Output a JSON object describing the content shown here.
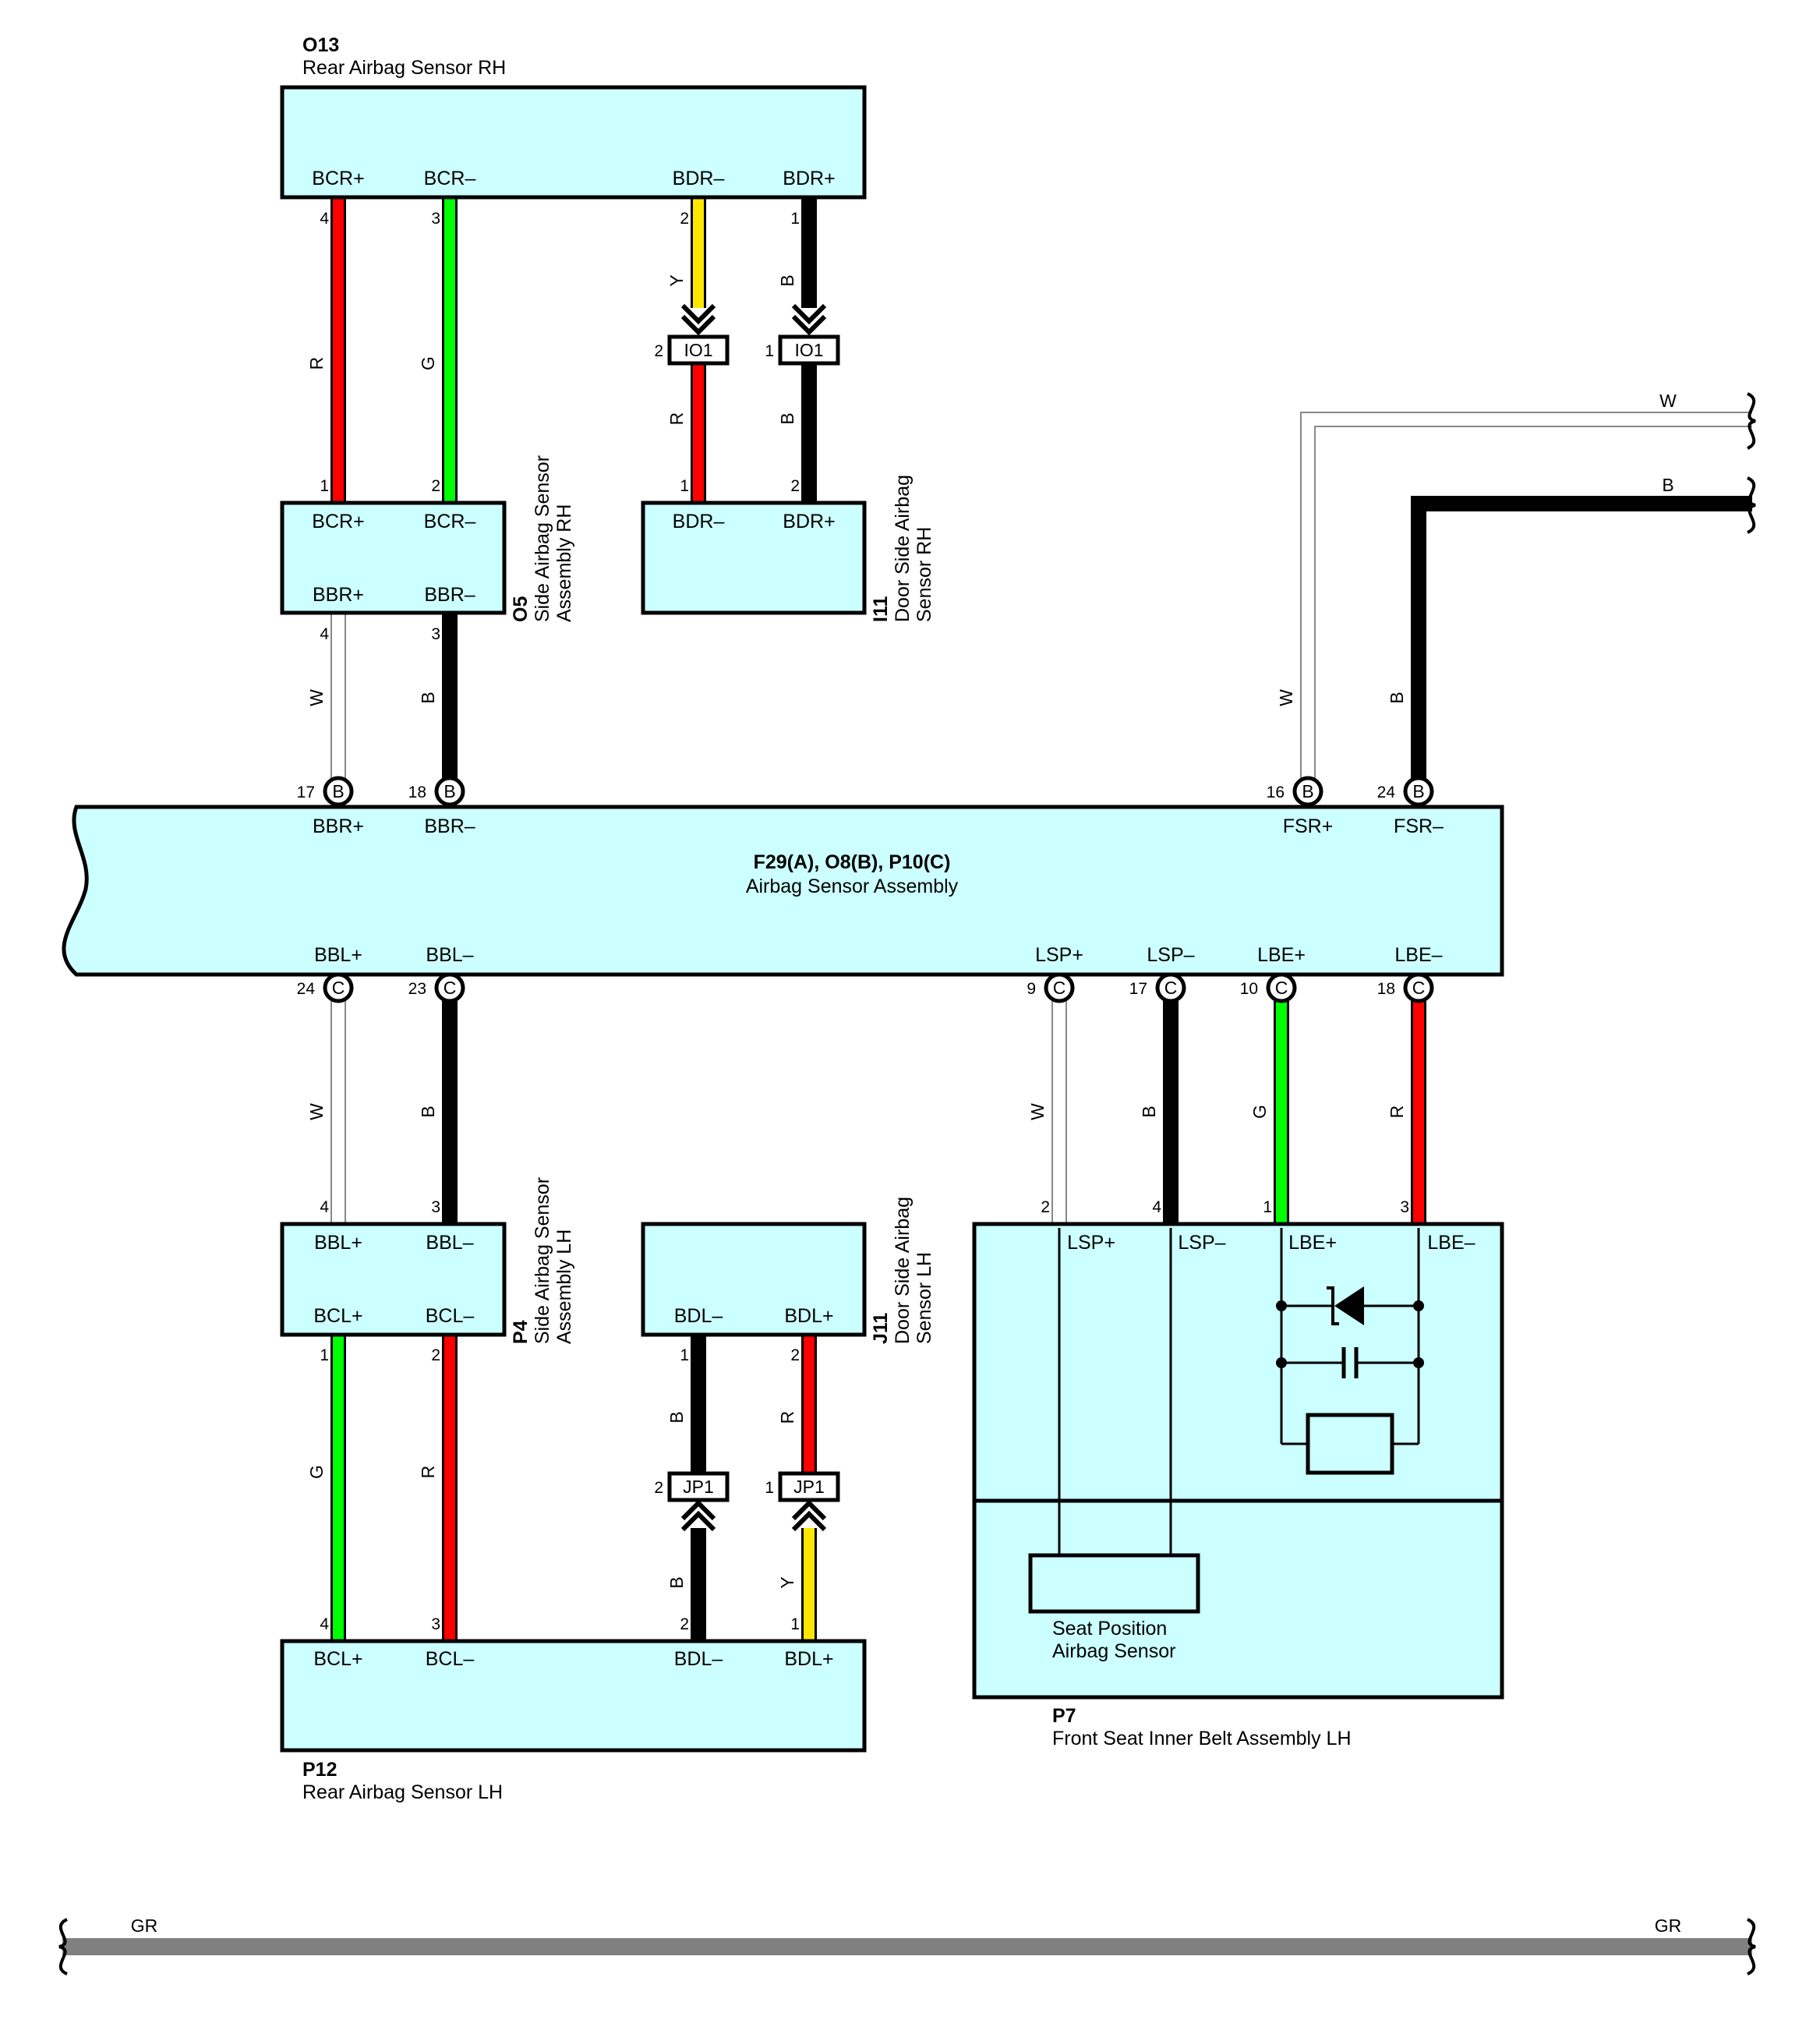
{
  "connectors": {
    "o13": {
      "code": "O13",
      "name": "Rear Airbag Sensor RH",
      "pins": [
        "BCR+",
        "BCR–",
        "BDR–",
        "BDR+"
      ]
    },
    "o5": {
      "code": "O5",
      "name_line1": "Side Airbag Sensor",
      "name_line2": "Assembly RH",
      "pins_top": [
        "BCR+",
        "BCR–"
      ],
      "pins_bottom": [
        "BBR+",
        "BBR–"
      ]
    },
    "i11": {
      "code": "I11",
      "name_line1": "Door Side Airbag",
      "name_line2": "Sensor RH",
      "pins": [
        "BDR–",
        "BDR+"
      ]
    },
    "airbag_assy": {
      "code": "F29(A), O8(B), P10(C)",
      "name": "Airbag Sensor Assembly",
      "pins_top": [
        "BBR+",
        "BBR–",
        "FSR+",
        "FSR–"
      ],
      "pins_bottom": [
        "BBL+",
        "BBL–",
        "LSP+",
        "LSP–",
        "LBE+",
        "LBE–"
      ]
    },
    "p4": {
      "code": "P4",
      "name_line1": "Side Airbag Sensor",
      "name_line2": "Assembly LH",
      "pins_top": [
        "BBL+",
        "BBL–"
      ],
      "pins_bottom": [
        "BCL+",
        "BCL–"
      ]
    },
    "j11": {
      "code": "J11",
      "name_line1": "Door Side Airbag",
      "name_line2": "Sensor LH",
      "pins": [
        "BDL–",
        "BDL+"
      ]
    },
    "p12": {
      "code": "P12",
      "name": "Rear Airbag Sensor LH",
      "pins": [
        "BCL+",
        "BCL–",
        "BDL–",
        "BDL+"
      ]
    },
    "p7": {
      "code": "P7",
      "name": "Front Seat Inner Belt Assembly LH",
      "pins": [
        "LSP+",
        "LSP–",
        "LBE+",
        "LBE–"
      ],
      "seat_sensor_line1": "Seat Position",
      "seat_sensor_line2": "Airbag Sensor"
    }
  },
  "junctions": {
    "io1": "IO1",
    "jp1": "JP1"
  },
  "assembly_terminals": {
    "bbr_plus": {
      "pin": "17",
      "letter": "B"
    },
    "bbr_minus": {
      "pin": "18",
      "letter": "B"
    },
    "fsr_plus": {
      "pin": "16",
      "letter": "B"
    },
    "fsr_minus": {
      "pin": "24",
      "letter": "B"
    },
    "bbl_plus": {
      "pin": "24",
      "letter": "C"
    },
    "bbl_minus": {
      "pin": "23",
      "letter": "C"
    },
    "lsp_plus": {
      "pin": "9",
      "letter": "C"
    },
    "lsp_minus": {
      "pin": "17",
      "letter": "C"
    },
    "lbe_plus": {
      "pin": "10",
      "letter": "C"
    },
    "lbe_minus": {
      "pin": "18",
      "letter": "C"
    }
  },
  "pin_numbers": {
    "o13": [
      "4",
      "3",
      "2",
      "1"
    ],
    "io1_in": [
      "2",
      "1"
    ],
    "o5_top": [
      "1",
      "2"
    ],
    "o5_bottom": [
      "4",
      "3"
    ],
    "i11": [
      "1",
      "2"
    ],
    "p4_top": [
      "4",
      "3"
    ],
    "p4_bottom": [
      "1",
      "2"
    ],
    "j11": [
      "1",
      "2"
    ],
    "jp1_in": [
      "2",
      "1"
    ],
    "p12": [
      "4",
      "3",
      "2",
      "1"
    ],
    "p7": [
      "2",
      "4",
      "1",
      "3"
    ]
  },
  "wire_colors": {
    "o13_bcr_plus": "R",
    "o13_bcr_minus": "G",
    "o13_bdr_minus_upper": "Y",
    "o13_bdr_plus_upper": "B",
    "bdr_minus_lower": "R",
    "bdr_plus_lower": "B",
    "bbr_plus": "W",
    "bbr_minus": "B",
    "fsr_plus": "W",
    "fsr_minus": "B",
    "fsr_plus_exit": "W",
    "fsr_minus_exit": "B",
    "bbl_plus": "W",
    "bbl_minus": "B",
    "lsp_plus": "W",
    "lsp_minus": "B",
    "lbe_plus": "G",
    "lbe_minus": "R",
    "bcl_plus": "G",
    "bcl_minus": "R",
    "bdl_minus_upper": "B",
    "bdl_plus_upper": "R",
    "bdl_minus_lower": "B",
    "bdl_plus_lower": "Y",
    "ground_left": "GR",
    "ground_right": "GR"
  },
  "palette": {
    "red": "#ff0000",
    "green": "#00ff00",
    "yellow": "#ffe600",
    "black": "#000000",
    "white_wire": "#ffffff",
    "gray_wire": "#808080",
    "box_fill": "#ccffff"
  }
}
